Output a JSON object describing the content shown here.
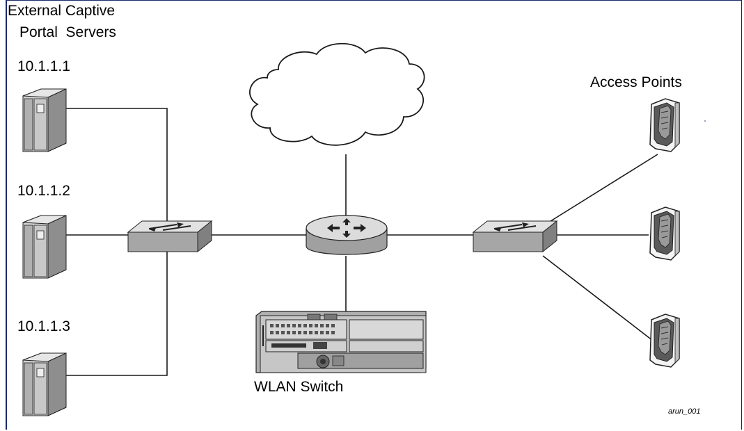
{
  "title_line1": "External Captive",
  "title_line2": "Portal  Servers",
  "servers": [
    {
      "ip": "10.1.1.1"
    },
    {
      "ip": "10.1.1.2"
    },
    {
      "ip": "10.1.1.3"
    }
  ],
  "access_points_label": "Access Points",
  "wlan_switch_label": "WLAN Switch",
  "figure_tag": "arun_001",
  "colors": {
    "line": "#1a1a1a",
    "device_light": "#d4d4d4",
    "device_mid": "#a8a8a8",
    "device_dark": "#6e6e6e",
    "border": "#1a2a6c"
  }
}
